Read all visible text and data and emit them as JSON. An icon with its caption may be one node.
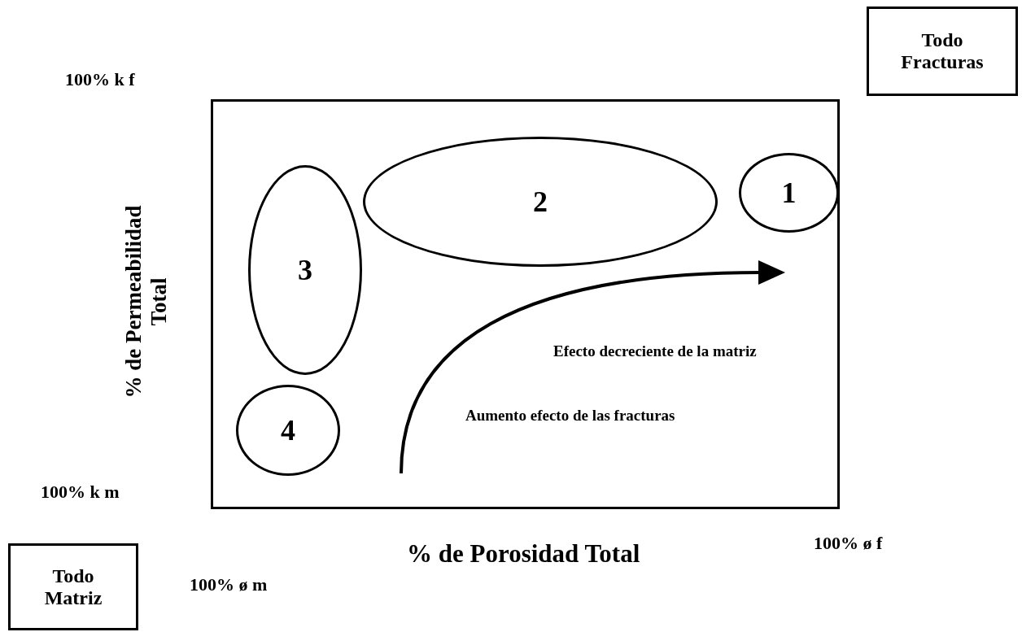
{
  "diagram": {
    "nodes": [
      {
        "text": [
          "Todo Fracturas"
        ]
      },
      {
        "text": [],
        "shape": "box"
      },
      {
        "text": [
          "2"
        ],
        "in": 1
      },
      {
        "text": [
          "1"
        ],
        "in": 1
      },
      {
        "text": [
          "3"
        ],
        "in": 1
      },
      {
        "text": [
          "4"
        ],
        "in": 1
      },
      {
        "text": [
          "Todo Matriz"
        ]
      }
    ],
    "edges": [],
    "labels": [
      "100% k f",
      "% de Permeabilidad Total",
      "Efecto decreciente de la matriz",
      "Aumento efecto de las fracturas",
      "100% k m",
      "% de Porosidad Total",
      "100% ø f",
      "100% ø m"
    ]
  }
}
